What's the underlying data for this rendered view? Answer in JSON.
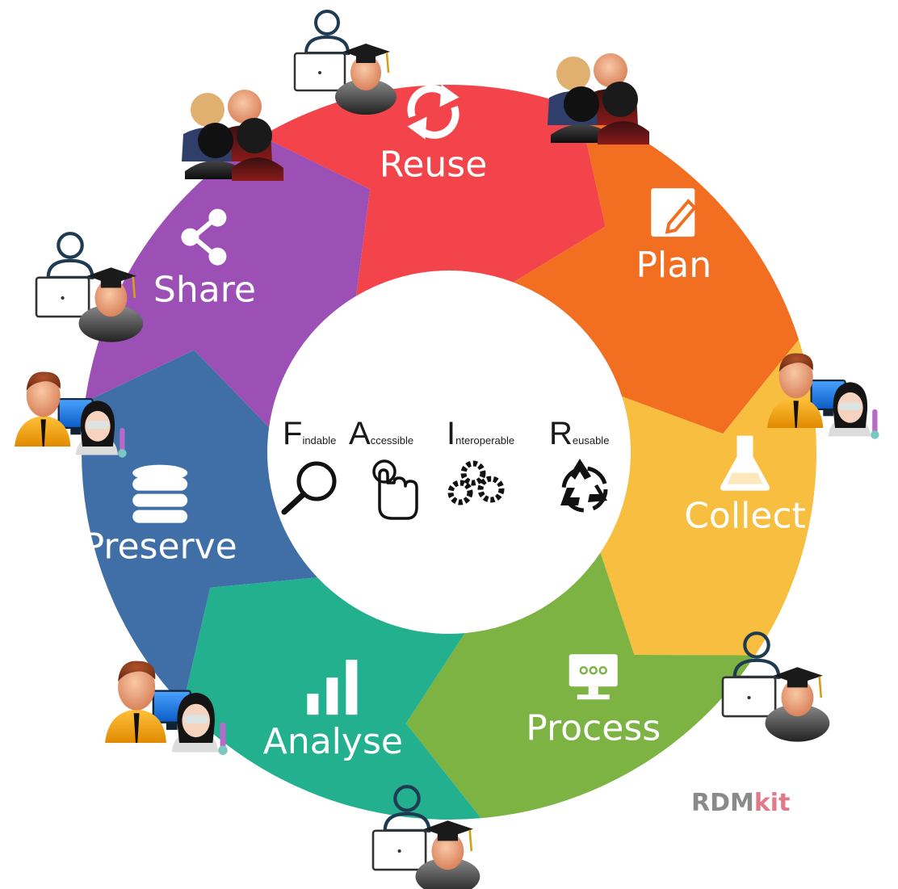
{
  "cycle": {
    "stages": [
      {
        "label": "Reuse",
        "color": "#f2444a",
        "icon": "sync-icon"
      },
      {
        "label": "Plan",
        "color": "#f26f22",
        "icon": "edit-icon"
      },
      {
        "label": "Collect",
        "color": "#f7be3f",
        "icon": "flask-icon"
      },
      {
        "label": "Process",
        "color": "#7cb342",
        "icon": "monitor-icon"
      },
      {
        "label": "Analyse",
        "color": "#22b08e",
        "icon": "bar-chart-icon"
      },
      {
        "label": "Preserve",
        "color": "#3f6fa6",
        "icon": "database-icon"
      },
      {
        "label": "Share",
        "color": "#9c4fb5",
        "icon": "share-icon"
      }
    ]
  },
  "fair": {
    "letters": [
      {
        "letter": "F",
        "rest": "indable",
        "icon": "magnifier-icon"
      },
      {
        "letter": "A",
        "rest": "ccessible",
        "icon": "touch-icon"
      },
      {
        "letter": "I",
        "rest": "nteroperable",
        "icon": "gears-icon"
      },
      {
        "letter": "R",
        "rest": "eusable",
        "icon": "recycle-icon"
      }
    ]
  },
  "logo": {
    "part1": "RDM",
    "part2": "kit",
    "color1": "#8a8a8a",
    "color2": "#e07a8a"
  }
}
